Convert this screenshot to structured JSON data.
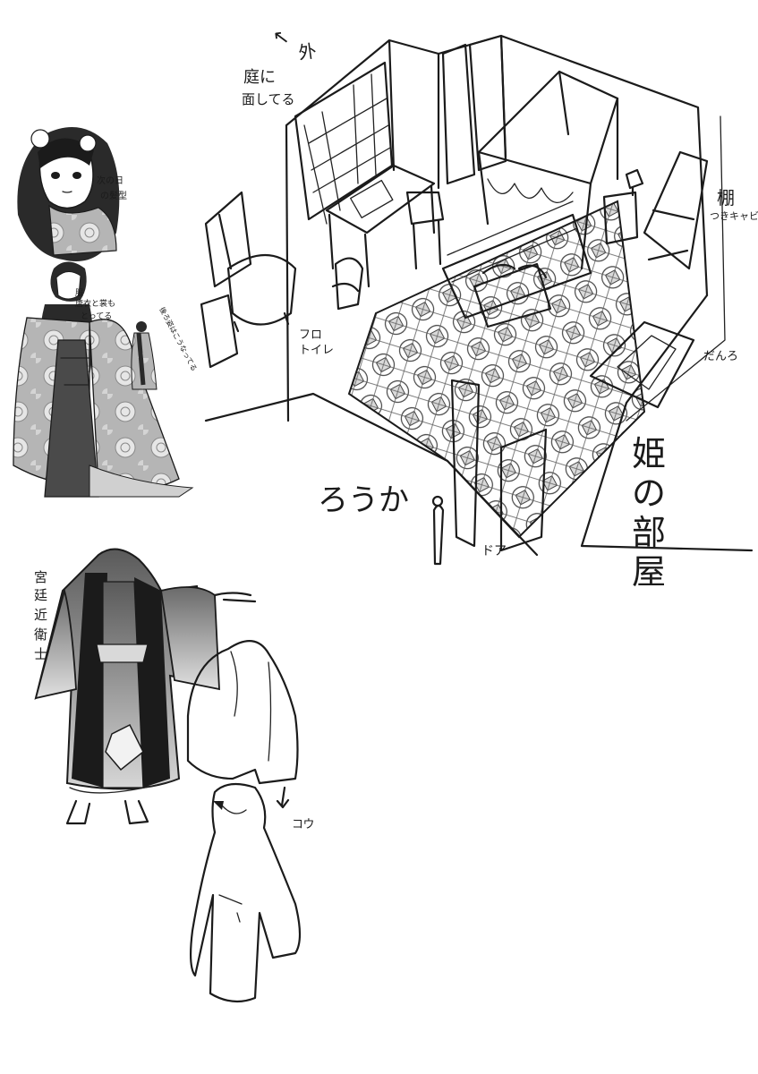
{
  "labels": {
    "outside_arrow": "↖",
    "outside": "外",
    "facing_garden_1": "庭に",
    "facing_garden_2": "面してる",
    "shelf_cabinet_1": "棚",
    "shelf_cabinet_2": "つきキャビネット",
    "fireplace": "だんろ",
    "bath_toilet_1": "フロ",
    "bath_toilet_2": "トイレ",
    "corridor": "ろうか",
    "door": "ドア",
    "princess_room": "姫の部屋",
    "next_day_hair_1": "次の日",
    "next_day_hair_2": "の髪型",
    "clothes_1": "服",
    "clothes_2": "唐衣と裳も",
    "clothes_3": "とってる",
    "back_view_note": "後ろ姿はこうなってる",
    "palace_guard": "宮廷近衛士",
    "like_this": "コウ"
  },
  "colors": {
    "ink": "#1b1b1b",
    "robe_gray": "#8c8c8c",
    "skirt_dark": "#4a4a4a",
    "paper": "#ffffff"
  }
}
